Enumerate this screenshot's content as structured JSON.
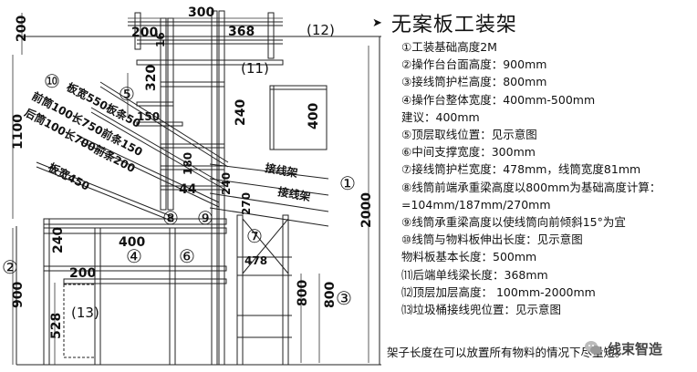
{
  "drawing": {
    "dims": {
      "top_300": "300",
      "top_368": "368",
      "d200_left": "200",
      "d200_top": "200",
      "d16": "16",
      "d320": "320",
      "d150": "150",
      "d240_mid": "240",
      "d400_right": "400",
      "d1100": "1100",
      "d180": "180",
      "d44": "44",
      "d240_small": "240",
      "d270": "270",
      "d2000": "2000",
      "d400_lower": "400",
      "d240_lower": "240",
      "d478": "478",
      "d900": "900",
      "d200_lower": "200",
      "d528": "528",
      "d800_a": "800",
      "d800_b": "800"
    },
    "slanted": {
      "s1": "板宽550板条50",
      "s2": "前筒100长750前条150",
      "s3": "后筒100长700前条200",
      "s4": "板宽450",
      "tag1": "接线架",
      "tag2": "接线架"
    },
    "circled": {
      "c1": "①",
      "c2": "②",
      "c3": "③",
      "c4": "④",
      "c5": "⑤",
      "c6": "⑥",
      "c7": "⑦",
      "c8": "⑧",
      "c9": "⑨",
      "c10": "⑩",
      "c11": "(11)",
      "c12": "(12)",
      "c13": "(13)"
    }
  },
  "notes": {
    "arrow": "➤",
    "title": "无案板工装架",
    "lines": [
      "①工装基础高度2M",
      "②操作台台面高度：900mm",
      "③接线筒护栏高度：800mm",
      "④操作台整体宽度：400mm-500mm",
      "   建议：400mm",
      "⑤顶层取线位置：见示意图",
      "⑥中间支撑宽度：300mm",
      "⑦接线筒护栏宽度：478mm，线筒宽度81mm",
      "⑧线筒前端承重梁高度以800mm为基础高度计算：",
      "     =104mm/187mm/270mm",
      "⑨线筒承重梁高度以使线筒向前倾斜15°为宜",
      "⑩线筒与物料板伸出长度：见示意图",
      "   物料板基本长度：500mm",
      "⑾后端单线梁长度：368mm",
      "⑿顶层加层高度：  100mm-2000mm",
      "⒀垃圾桶接线兜位置：见示意图"
    ],
    "footer": "架子长度在可以放置所有物料的情况下尽量短。"
  },
  "watermark": {
    "text": "线束智造"
  }
}
